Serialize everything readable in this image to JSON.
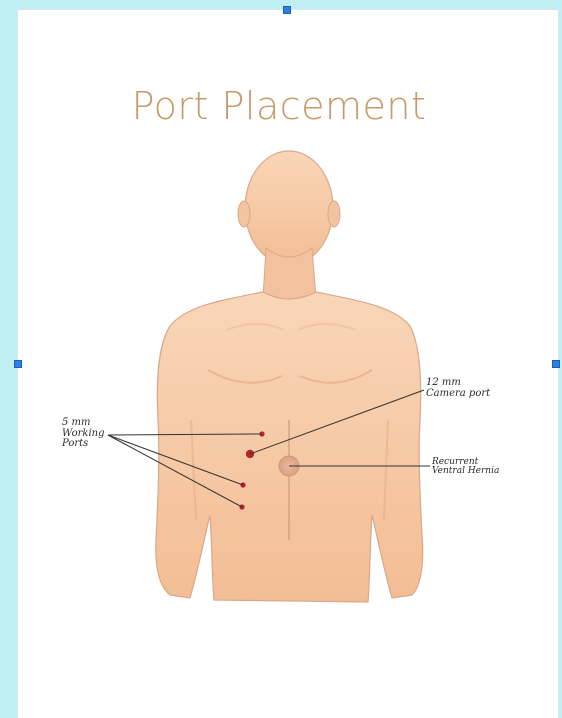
{
  "title": "Port Placement",
  "labels": {
    "working_ports": [
      "5 mm",
      "Working",
      "Ports"
    ],
    "camera_port": [
      "12 mm",
      "Camera port"
    ],
    "recurrent_hernia": [
      "Recurrent",
      "Ventral Hernia"
    ]
  },
  "colors": {
    "title": "#c79a68",
    "skin": "#f6c6a0",
    "skin_shadow": "#e9a77d",
    "port_dot": "#b2262a",
    "hernia": "#e3ad8f",
    "background": "#bfeef3",
    "selection_handle": "#2f7fe0"
  }
}
